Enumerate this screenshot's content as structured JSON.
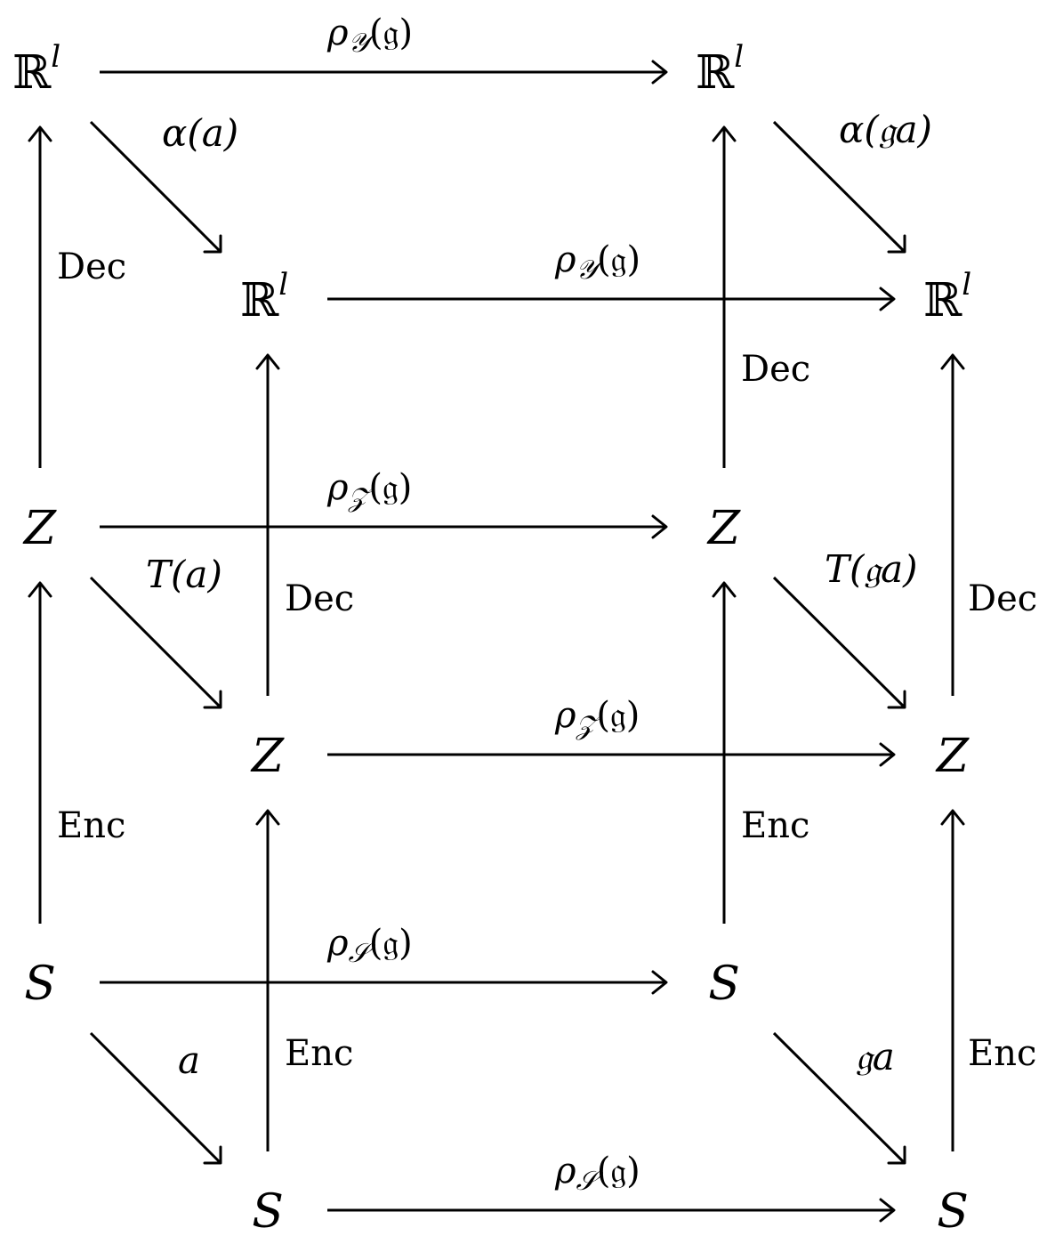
{
  "nodes": {
    "R_back_left": "ℝ",
    "R_back_left_sup": "l",
    "R_back_right": "ℝ",
    "R_back_right_sup": "l",
    "R_front_left": "ℝ",
    "R_front_left_sup": "l",
    "R_front_right": "ℝ",
    "R_front_right_sup": "l",
    "Z_back_left": "Z",
    "Z_back_right": "Z",
    "Z_front_left": "Z",
    "Z_front_right": "Z",
    "S_back_left": "S",
    "S_back_right": "S",
    "S_front_left": "S",
    "S_front_right": "S"
  },
  "labels": {
    "rho_y_back": "ρ",
    "rho_y_back_sub": "𝒴",
    "rho_y_back_arg": "(𝔤)",
    "rho_y_front": "ρ",
    "rho_y_front_sub": "𝒴",
    "rho_y_front_arg": "(𝔤)",
    "rho_z_back": "ρ",
    "rho_z_back_sub": "𝒵",
    "rho_z_back_arg": "(𝔤)",
    "rho_z_front": "ρ",
    "rho_z_front_sub": "𝒵",
    "rho_z_front_arg": "(𝔤)",
    "rho_s_back": "ρ",
    "rho_s_back_sub": "𝒮",
    "rho_s_back_arg": "(𝔤)",
    "rho_s_front": "ρ",
    "rho_s_front_sub": "𝒮",
    "rho_s_front_arg": "(𝔤)",
    "alpha_a": "α(a)",
    "alpha_ga": "α(𝔤a)",
    "T_a": "T(a)",
    "T_ga": "T(𝔤a)",
    "a": "a",
    "ga": "𝔤a",
    "dec_back_left": "Dec",
    "dec_back_right": "Dec",
    "dec_front_left": "Dec",
    "dec_front_right": "Dec",
    "enc_back_left": "Enc",
    "enc_back_right": "Enc",
    "enc_front_left": "Enc",
    "enc_front_right": "Enc"
  }
}
